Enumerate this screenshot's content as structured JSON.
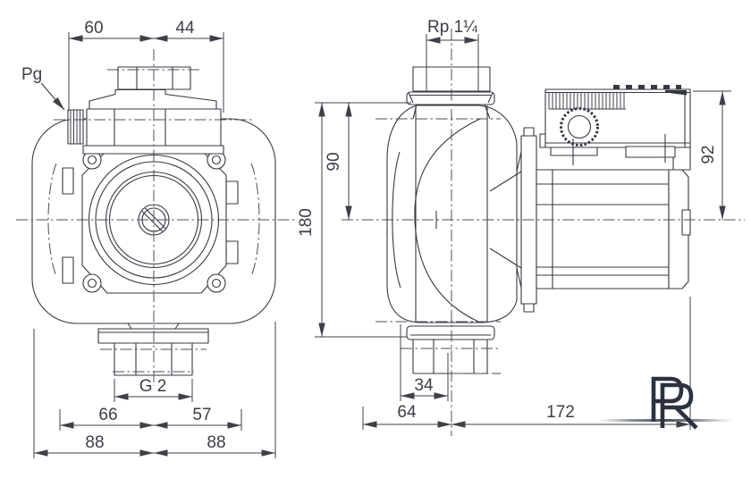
{
  "drawing_type": "pump dimensional drawing, front and side view",
  "colors": {
    "line": "#343941",
    "text": "#3a3f46",
    "logo": "#2b3240",
    "background": "#ffffff"
  },
  "front_view": {
    "dims": {
      "width_left": "60",
      "width_right": "44",
      "gland_label": "Pg",
      "outlet_thread": "G 2",
      "lower_left": "66",
      "lower_right": "57",
      "overall_left": "88",
      "overall_right": "88"
    }
  },
  "side_view": {
    "dims": {
      "inlet_thread": "Rp 1¼",
      "axis_height": "90",
      "total_height": "180",
      "box_height": "92",
      "port_width": "34",
      "depth_front": "64",
      "depth_rear": "172"
    }
  },
  "logo": {
    "monogram": "PR"
  }
}
